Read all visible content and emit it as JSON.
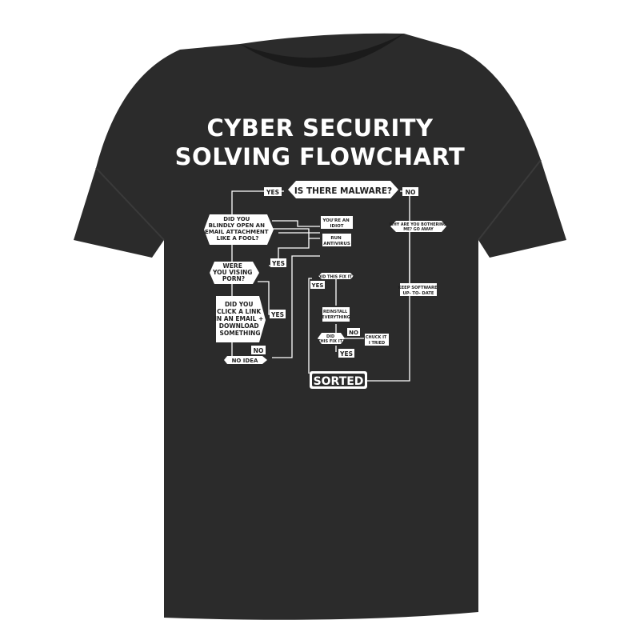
{
  "image": {
    "subject": "t-shirt",
    "shirt_color": "#2b2b2b",
    "print_color": "#ffffff"
  },
  "title": {
    "line1": "CYBER SECURITY",
    "line2": "SOLVING FLOWCHART"
  },
  "flowchart": {
    "start": "IS THERE MALWARE?",
    "yes_top": "YES",
    "no_top": "NO",
    "q_attachment": [
      "DID YOU",
      "BLINDLY OPEN AN",
      "EMAIL ATTACHMENT",
      "LIKE A FOOL?"
    ],
    "q_porn": [
      "WERE",
      "YOU VISING",
      "PORN?"
    ],
    "yes_porn": "YES",
    "q_link": [
      "DID YOU",
      "CLICK A LINK",
      "IN AN EMAIL +",
      "DOWNLOAD",
      "SOMETHING"
    ],
    "yes_link": "YES",
    "no_link": "NO",
    "no_idea": "NO IDEA",
    "idiot": [
      "YOU'RE AN",
      "IDIOT"
    ],
    "run_av": [
      "RUN",
      "ANTIVIRUS"
    ],
    "fix1": "DID THIS FIX IT?",
    "yes_fix1": "YES",
    "reinstall": [
      "REINSTALL",
      "EVERYTHING"
    ],
    "fix2": [
      "DID",
      "THIS FIX IT?"
    ],
    "no_fix2": "NO",
    "yes_fix2": "YES",
    "chuck": [
      "CHUCK IT",
      "I TRIED"
    ],
    "bother": [
      "WHY ARE YOU BOTHERING",
      "ME? GO AWAY"
    ],
    "keep_sw": [
      "KEEP SOFTWARE",
      "UP- TO- DATE"
    ],
    "sorted": "SORTED"
  }
}
